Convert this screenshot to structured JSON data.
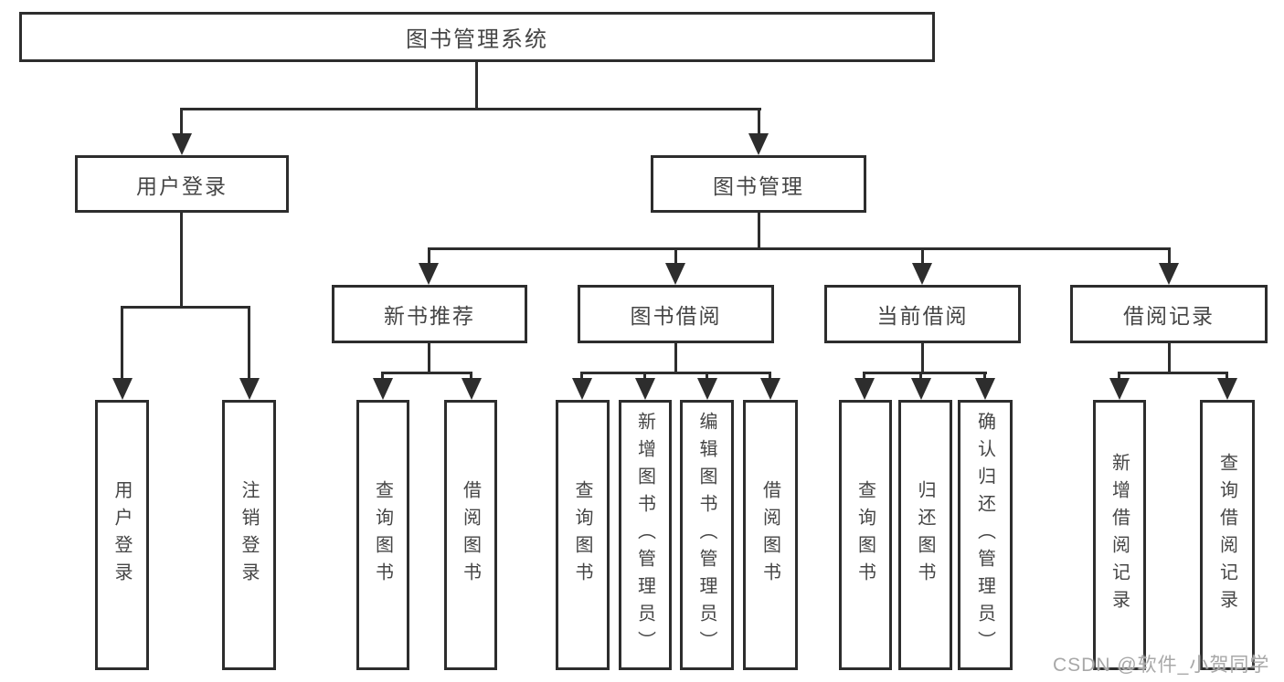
{
  "tree": {
    "root": "图书管理系统",
    "branches": [
      {
        "label": "用户登录",
        "children": [
          "用户登录",
          "注销登录"
        ]
      },
      {
        "label": "图书管理",
        "groups": [
          {
            "label": "新书推荐",
            "children": [
              "查询图书",
              "借阅图书"
            ]
          },
          {
            "label": "图书借阅",
            "children": [
              "查询图书",
              "新增图书（管理员）",
              "编辑图书（管理员）",
              "借阅图书"
            ]
          },
          {
            "label": "当前借阅",
            "children": [
              "查询图书",
              "归还图书",
              "确认归还（管理员）"
            ]
          },
          {
            "label": "借阅记录",
            "children": [
              "新增借阅记录",
              "查询借阅记录"
            ]
          }
        ]
      }
    ]
  },
  "watermark": {
    "text": "CSDN @软件_小贺同学"
  },
  "colors": {
    "line": "#2d2d2d",
    "box_border": "#2d2d2d",
    "text": "#454545",
    "watermark": "#a8a8a8",
    "background": "#ffffff"
  }
}
